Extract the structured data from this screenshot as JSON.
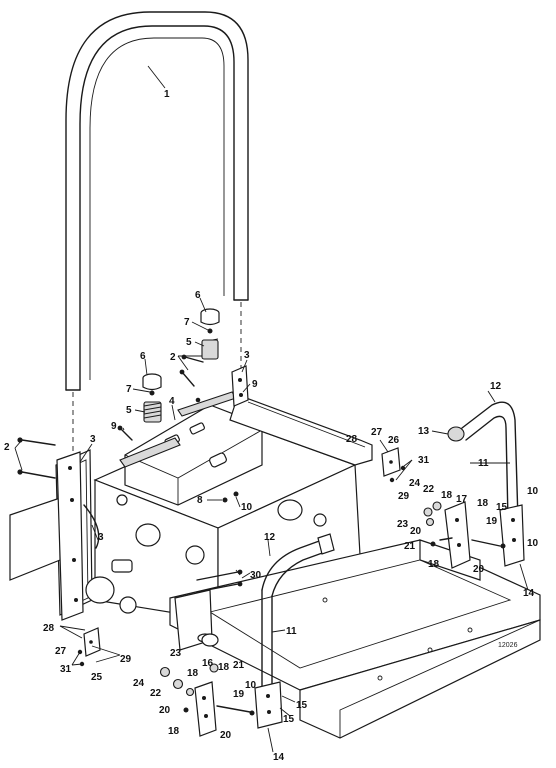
{
  "diagram": {
    "drawing_number": "12026",
    "callouts": [
      {
        "id": "c1",
        "text": "1"
      },
      {
        "id": "c2a",
        "text": "2"
      },
      {
        "id": "c2b",
        "text": "2"
      },
      {
        "id": "c3a",
        "text": "3"
      },
      {
        "id": "c3b",
        "text": "3"
      },
      {
        "id": "c3c",
        "text": "3"
      },
      {
        "id": "c4",
        "text": "4"
      },
      {
        "id": "c5a",
        "text": "5"
      },
      {
        "id": "c5b",
        "text": "5"
      },
      {
        "id": "c6a",
        "text": "6"
      },
      {
        "id": "c6b",
        "text": "6"
      },
      {
        "id": "c7a",
        "text": "7"
      },
      {
        "id": "c7b",
        "text": "7"
      },
      {
        "id": "c8",
        "text": "8"
      },
      {
        "id": "c9a",
        "text": "9"
      },
      {
        "id": "c9b",
        "text": "9"
      },
      {
        "id": "c10a",
        "text": "10"
      },
      {
        "id": "c10b",
        "text": "10"
      },
      {
        "id": "c10c",
        "text": "10"
      },
      {
        "id": "c10d",
        "text": "10"
      },
      {
        "id": "c11a",
        "text": "11"
      },
      {
        "id": "c11b",
        "text": "11"
      },
      {
        "id": "c12a",
        "text": "12"
      },
      {
        "id": "c12b",
        "text": "12"
      },
      {
        "id": "c13",
        "text": "13"
      },
      {
        "id": "c14a",
        "text": "14"
      },
      {
        "id": "c14b",
        "text": "14"
      },
      {
        "id": "c15a",
        "text": "15"
      },
      {
        "id": "c15b",
        "text": "15"
      },
      {
        "id": "c15c",
        "text": "15"
      },
      {
        "id": "c16",
        "text": "16"
      },
      {
        "id": "c17",
        "text": "17"
      },
      {
        "id": "c18a",
        "text": "18"
      },
      {
        "id": "c18b",
        "text": "18"
      },
      {
        "id": "c18c",
        "text": "18"
      },
      {
        "id": "c18d",
        "text": "18"
      },
      {
        "id": "c18e",
        "text": "18"
      },
      {
        "id": "c18f",
        "text": "18"
      },
      {
        "id": "c19a",
        "text": "19"
      },
      {
        "id": "c19b",
        "text": "19"
      },
      {
        "id": "c20a",
        "text": "20"
      },
      {
        "id": "c20b",
        "text": "20"
      },
      {
        "id": "c20c",
        "text": "20"
      },
      {
        "id": "c20d",
        "text": "20"
      },
      {
        "id": "c21a",
        "text": "21"
      },
      {
        "id": "c21b",
        "text": "21"
      },
      {
        "id": "c22a",
        "text": "22"
      },
      {
        "id": "c22b",
        "text": "22"
      },
      {
        "id": "c23a",
        "text": "23"
      },
      {
        "id": "c23b",
        "text": "23"
      },
      {
        "id": "c24a",
        "text": "24"
      },
      {
        "id": "c24b",
        "text": "24"
      },
      {
        "id": "c25",
        "text": "25"
      },
      {
        "id": "c26",
        "text": "26"
      },
      {
        "id": "c27a",
        "text": "27"
      },
      {
        "id": "c27b",
        "text": "27"
      },
      {
        "id": "c28a",
        "text": "28"
      },
      {
        "id": "c28b",
        "text": "28"
      },
      {
        "id": "c29a",
        "text": "29"
      },
      {
        "id": "c29b",
        "text": "29"
      },
      {
        "id": "c30",
        "text": "30"
      },
      {
        "id": "c31a",
        "text": "31"
      },
      {
        "id": "c31b",
        "text": "31"
      }
    ]
  }
}
